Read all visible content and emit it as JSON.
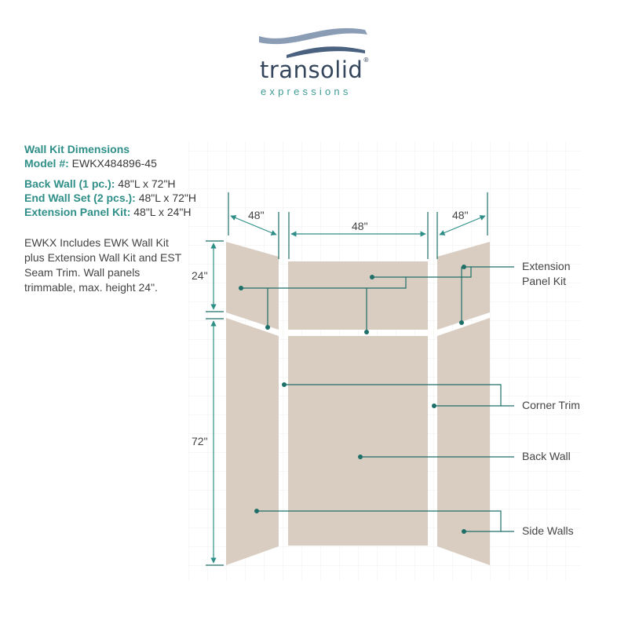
{
  "logo": {
    "name": "transolid",
    "registered": "®",
    "tagline": "expressions"
  },
  "specs": {
    "title": "Wall Kit Dimensions",
    "model_label": "Model #:",
    "model_value": "EWKX484896-45",
    "rows": [
      {
        "label": "Back Wall (1 pc.):",
        "value": "48\"L x 72\"H"
      },
      {
        "label": "End Wall Set (2 pcs.):",
        "value": "48\"L x 72\"H"
      },
      {
        "label": "Extension Panel Kit:",
        "value": "48\"L x 24\"H"
      }
    ],
    "description": "EWKX Includes EWK Wall Kit plus Extension Wall Kit and EST Seam Trim. Wall panels trimmable, max. height 24\"."
  },
  "dimensions": {
    "left_width": "48\"",
    "center_width": "48\"",
    "right_width": "48\"",
    "ext_height": "24\"",
    "wall_height": "72\""
  },
  "callouts": {
    "extension": "Extension Panel Kit",
    "corner_trim": "Corner Trim",
    "back_wall": "Back Wall",
    "side_walls": "Side Walls"
  },
  "colors": {
    "accent": "#2f8f88",
    "leader": "#1f6f69",
    "panel": "#d8cdc0",
    "logo": "#35475c"
  }
}
